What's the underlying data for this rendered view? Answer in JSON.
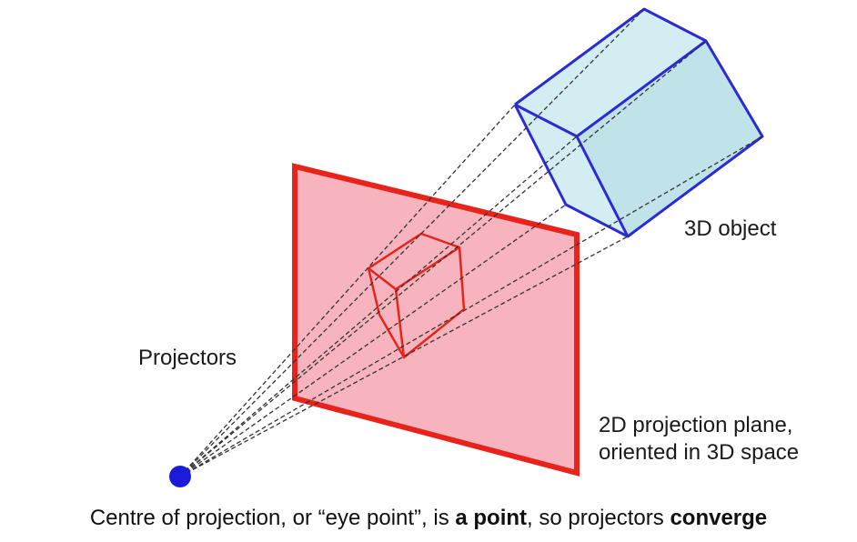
{
  "labels": {
    "object": "3D object",
    "projectors": "Projectors",
    "plane_line1": "2D projection plane,",
    "plane_line2": "oriented in 3D space"
  },
  "caption": {
    "part1": "Centre of projection, or “eye point”, is ",
    "bold1": "a point",
    "part2": ", so projectors ",
    "bold2": "converge"
  },
  "colors": {
    "object_fill_light": "#d3eef2",
    "object_fill_dark": "#bfe3e9",
    "object_stroke": "#2b2bd6",
    "plane_fill": "#f7b4be",
    "plane_stroke": "#e8231b",
    "projection_stroke": "#e8231b",
    "eye_point": "#1c1cd8",
    "projector_line": "#333333"
  }
}
